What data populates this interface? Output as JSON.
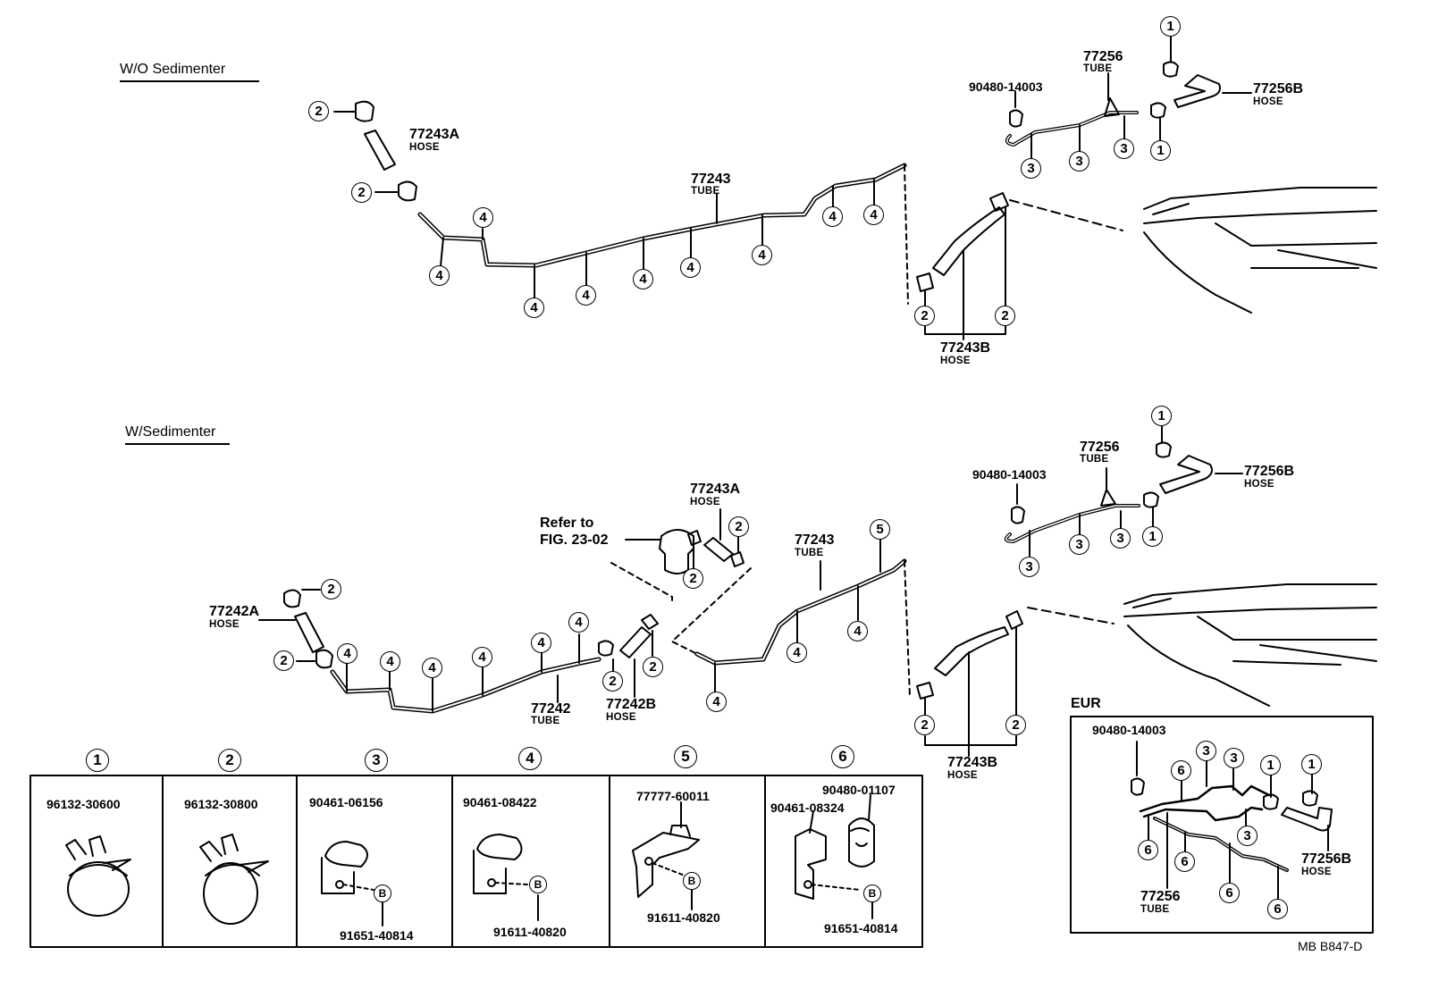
{
  "sections": {
    "without": "W/O  Sedimenter",
    "with": "W/Sedimenter",
    "eur": "EUR"
  },
  "labels": {
    "p77243A": "77243A",
    "hose": "HOSE",
    "tube": "TUBE",
    "p77243": "77243",
    "p77256": "77256",
    "p77256B": "77256B",
    "p90480_14003": "90480-14003",
    "p77243B": "77243B",
    "p77242A": "77242A",
    "p77242": "77242",
    "p77242B": "77242B",
    "refer": "Refer to",
    "fig": "FIG. 23-02"
  },
  "legend": [
    {
      "num": "1",
      "parts": [
        "96132-30600"
      ]
    },
    {
      "num": "2",
      "parts": [
        "96132-30800"
      ]
    },
    {
      "num": "3",
      "parts": [
        "90461-06156",
        "91651-40814"
      ]
    },
    {
      "num": "4",
      "parts": [
        "90461-08422",
        "91611-40820"
      ]
    },
    {
      "num": "5",
      "parts": [
        "77777-60011",
        "91611-40820"
      ]
    },
    {
      "num": "6",
      "parts": [
        "90480-01107",
        "90461-08324",
        "91651-40814"
      ]
    }
  ],
  "bolt": "B",
  "code": "MB  B847-D"
}
